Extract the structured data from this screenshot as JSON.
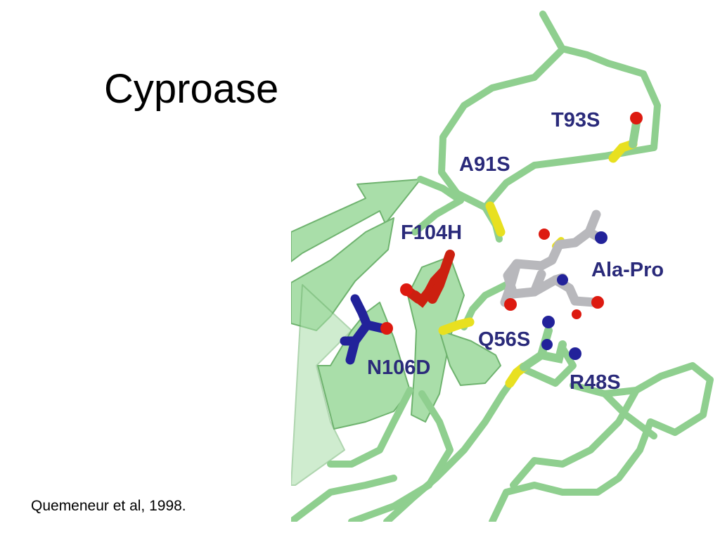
{
  "slide": {
    "title": "Cyproase",
    "citation": "Quemeneur et al, 1998."
  },
  "figure": {
    "labels": {
      "t93s": "T93S",
      "a91s": "A91S",
      "f104h": "F104H",
      "ala_pro": "Ala-Pro",
      "q56s": "Q56S",
      "n106d": "N106D",
      "r48s": "R48S"
    },
    "colors": {
      "ribbon": "#8fcf8f",
      "ribbon_edge": "#6fb36f",
      "label": "#2a2a7a",
      "sulfur": "#e8e020",
      "oxygen": "#dd1a10",
      "nitrogen": "#22229a",
      "carbon_gray": "#b8b8bc",
      "carbon_red": "#cc2010"
    }
  }
}
